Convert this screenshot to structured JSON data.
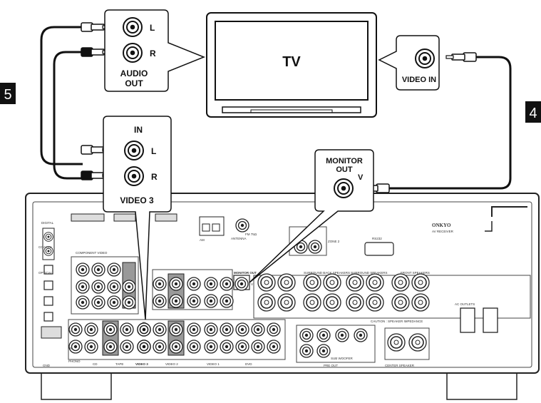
{
  "step_badges": {
    "left": "5",
    "right": "4"
  },
  "tv": {
    "label": "TV"
  },
  "tv_audio_out": {
    "left": "L",
    "right": "R",
    "caption_line1": "AUDIO",
    "caption_line2": "OUT"
  },
  "tv_video_in": {
    "caption": "VIDEO IN"
  },
  "receiver_video3_in": {
    "title": "IN",
    "left": "L",
    "right": "R",
    "caption": "VIDEO 3"
  },
  "receiver_monitor_out": {
    "title_line1": "MONITOR",
    "title_line2": "OUT",
    "jack": "V"
  },
  "receiver_panel": {
    "brand": "ONKYO",
    "model": "AV RECEIVER",
    "component_video": "COMPONENT VIDEO",
    "digital": "DIGITAL",
    "coaxial": "COAXIAL",
    "optical": "OPTICAL",
    "antenna": "ANTENNA",
    "am": "AM",
    "fm": "FM 75Ω",
    "rs232": "RS232",
    "zone2": "ZONE 2",
    "surround_back": "SURROUND BACK SPEAKERS",
    "surround": "SURROUND SPEAKERS",
    "front": "FRONT SPEAKERS",
    "center_speaker": "CENTER SPEAKER",
    "ac_outlets": "AC OUTLETS",
    "caution": "CAUTION : SPEAKER IMPEDANCE",
    "phono": "PHONO",
    "cd": "CD",
    "tape": "TAPE",
    "video3": "VIDEO 3",
    "video2": "VIDEO 2",
    "video1": "VIDEO 1",
    "dvd": "DVD",
    "monitor_out": "MONITOR OUT",
    "pre_out": "PRE OUT",
    "sub_woofer": "SUB WOOFER",
    "gnd": "GND",
    "in": "IN",
    "l": "L",
    "r": "R",
    "v": "V"
  }
}
